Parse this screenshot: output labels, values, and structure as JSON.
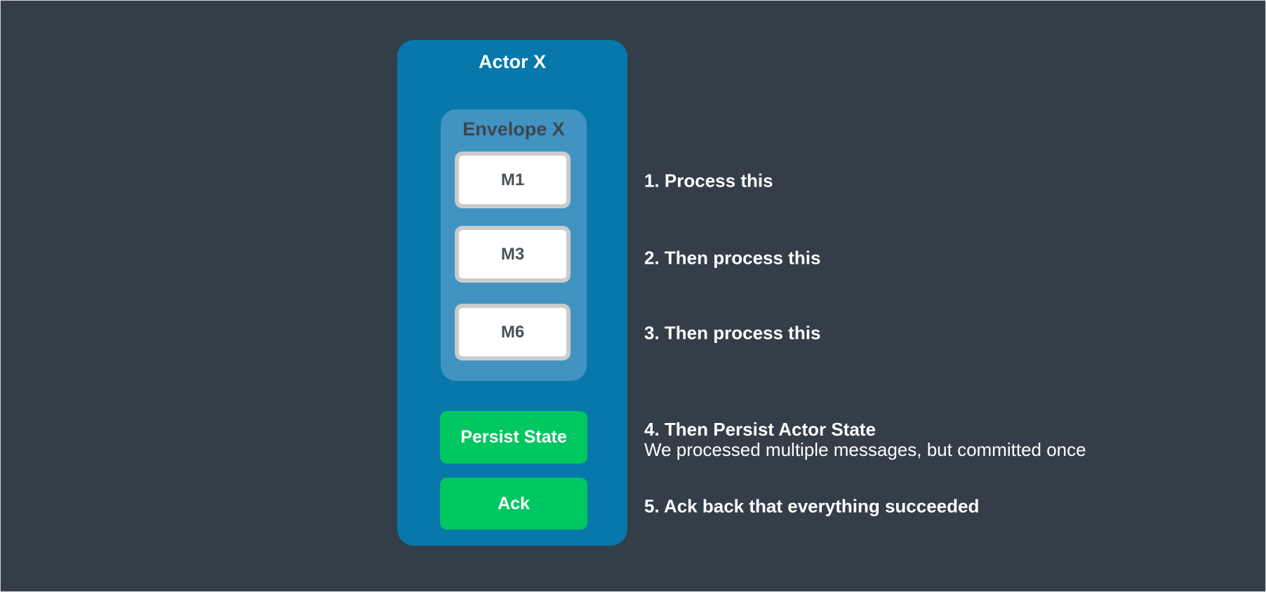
{
  "colors": {
    "background": "#333E48",
    "actor_fill": "#0878AB",
    "envelope_fill": "#4193C2",
    "message_fill": "#FFFFFF",
    "message_border": "#CBCBCB",
    "button_fill": "#00C761",
    "actor_title_text": "#FFFFFF",
    "envelope_title_text": "#3F464D",
    "message_text": "#4C5257",
    "step_text": "#FFFFFF"
  },
  "actor": {
    "title": "Actor X",
    "envelope": {
      "title": "Envelope X",
      "messages": [
        {
          "label": "M1"
        },
        {
          "label": "M3"
        },
        {
          "label": "M6"
        }
      ]
    },
    "buttons": [
      {
        "label": "Persist State"
      },
      {
        "label": "Ack"
      }
    ]
  },
  "steps": [
    {
      "title": "1. Process this",
      "subtitle": ""
    },
    {
      "title": "2. Then process this",
      "subtitle": ""
    },
    {
      "title": "3. Then process this",
      "subtitle": ""
    },
    {
      "title": "4. Then Persist Actor State",
      "subtitle": "We processed multiple messages, but committed once"
    },
    {
      "title": "5. Ack back that everything succeeded",
      "subtitle": ""
    }
  ]
}
